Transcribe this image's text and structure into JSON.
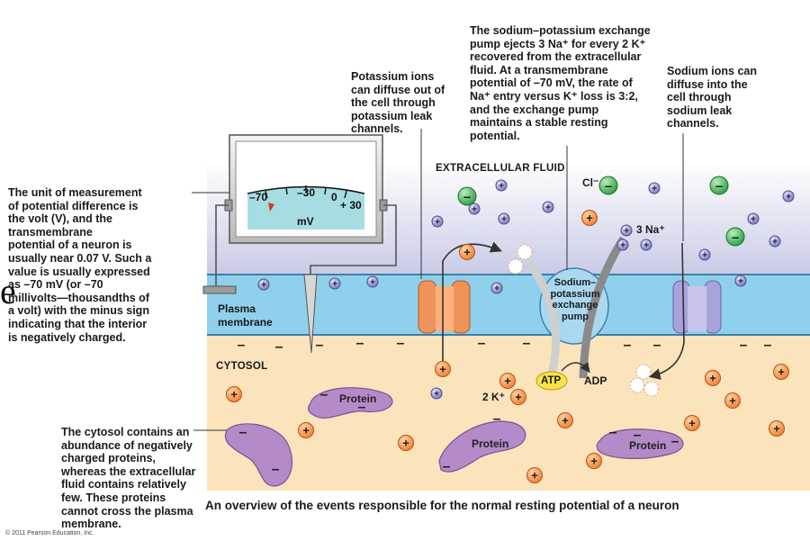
{
  "stray_letter": "e",
  "annotations": {
    "potassium": "Potassium ions\ncan diffuse out of\nthe cell through\npotassium leak\nchannels.",
    "pump": "The sodium–potassium exchange\npump ejects 3 Na⁺ for every 2 K⁺\nrecovered from the extracellular\nfluid. At a transmembrane\npotential of –70 mV, the rate of\nNa⁺ entry versus  K⁺ loss is 3:2,\nand the exchange pump\nmaintains a stable resting\npotential.",
    "sodium": "Sodium ions can\ndiffuse into the\ncell through\nsodium leak\nchannels.",
    "unit_pre": "The unit of measurement\nof potential difference is\nthe ",
    "unit_bold": "volt (V)",
    "unit_post": ", and the\ntransmembrane\npotential of a neuron is\nusually near 0.07 V. Such a\nvalue is usually expressed\nas –70 mV (or –70\nmillivolts—thousandths of\na volt) with the minus sign\nindicating that the interior\nis negatively charged.",
    "cytosol_note": "The cytosol contains an\nabundance of negatively\ncharged proteins,\nwhereas the extracellular\nfluid contains relatively\nfew. These proteins\ncannot cross the plasma\nmembrane."
  },
  "regions": {
    "extracellular": "EXTRACELLULAR FLUID",
    "cytosol": "CYTOSOL",
    "membrane": "Plasma\nmembrane"
  },
  "meter": {
    "ticks": [
      "–70",
      "–30",
      "0",
      "+ 30"
    ],
    "unit": "mV"
  },
  "labels": {
    "pump": "Sodium–\npotassium\nexchange\npump",
    "cl": "Cl⁻",
    "na": "3 Na⁺",
    "k": "2 K⁺",
    "atp": "ATP",
    "adp": "ADP",
    "protein": "Protein",
    "plus": "+",
    "minus": "–"
  },
  "caption": "An overview of the events responsible for the normal resting potential of a neuron",
  "copyright": "© 2011 Pearson Education, Inc.",
  "colors": {
    "extracellular_top": "#ffffff",
    "extracellular_bottom": "#c9cbe6",
    "membrane": "#8fd0ec",
    "cytosol": "#fbe3bc",
    "potassium_ion": "#f07a2a",
    "sodium_ion": "#7b7cc6",
    "chloride_ion": "#2fa54a",
    "protein": "#b48ac8",
    "potassium_channel": "#f0935a",
    "sodium_channel": "#a9a3dc",
    "pump": "#a9d8ef"
  }
}
